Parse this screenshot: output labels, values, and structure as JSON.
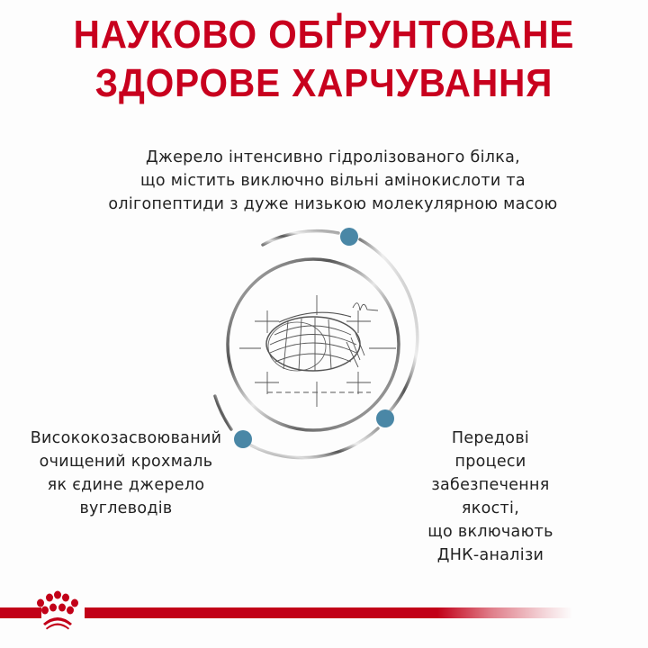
{
  "header": {
    "title_lines": [
      "НАУКОВО ОБҐРУНТОВАНЕ",
      "ЗДОРОВЕ ХАРЧУВАННЯ"
    ]
  },
  "features": {
    "top": {
      "lines": [
        "Джерело інтенсивно гідролізованого білка,",
        "що містить виключно вільні амінокислоти та",
        "олігопептиди з дуже низькою молекулярною масою"
      ]
    },
    "left": {
      "lines": [
        "Висококозасвоюваний",
        "очищений крохмаль",
        "як єдине джерело",
        "вуглеводів"
      ]
    },
    "right": {
      "lines": [
        "Передові процеси",
        "забезпечення",
        "якості,",
        "що включають",
        "ДНК-аналізи"
      ]
    }
  },
  "diagram": {
    "illustration": "kibble-sketch",
    "dot_color": "#4a87a6",
    "ring_color": "#8a8a8a"
  },
  "footer": {
    "logo": "royal-crown-logo",
    "brand_color": "#c20018"
  }
}
